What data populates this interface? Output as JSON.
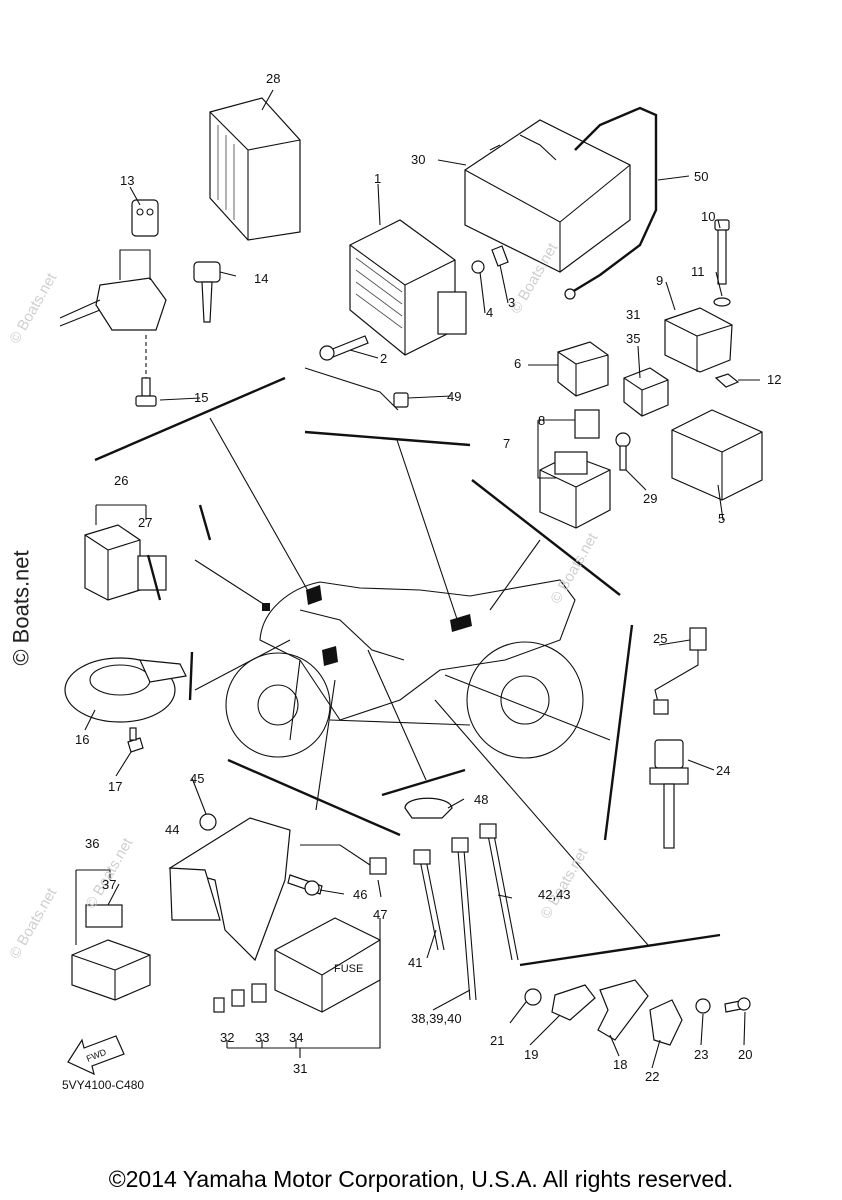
{
  "diagram": {
    "part_code": "5VY4100-C480",
    "copyright": "©2014 Yamaha Motor Corporation, U.S.A. All rights reserved.",
    "fwd_arrow_text": "FWD",
    "fuse_text": "FUSE",
    "watermark_text": "© Boats.net",
    "callouts": {
      "c1": "1",
      "c2": "2",
      "c3": "3",
      "c4": "4",
      "c5": "5",
      "c6": "6",
      "c7": "7",
      "c8": "8",
      "c9": "9",
      "c10": "10",
      "c11": "11",
      "c12": "12",
      "c13": "13",
      "c14": "14",
      "c15": "15",
      "c16": "16",
      "c17": "17",
      "c18": "18",
      "c19": "19",
      "c20": "20",
      "c21": "21",
      "c22": "22",
      "c23": "23",
      "c24": "24",
      "c25": "25",
      "c26": "26",
      "c27": "27",
      "c28": "28",
      "c29": "29",
      "c30": "30",
      "c31a": "31",
      "c31b": "31",
      "c32": "32",
      "c33": "33",
      "c34": "34",
      "c35": "35",
      "c36": "36",
      "c37": "37",
      "c38": "38,39,40",
      "c41": "41",
      "c42": "42,43",
      "c44": "44",
      "c45": "45",
      "c46": "46",
      "c47": "47",
      "c48": "48",
      "c49": "49",
      "c50": "50"
    }
  }
}
